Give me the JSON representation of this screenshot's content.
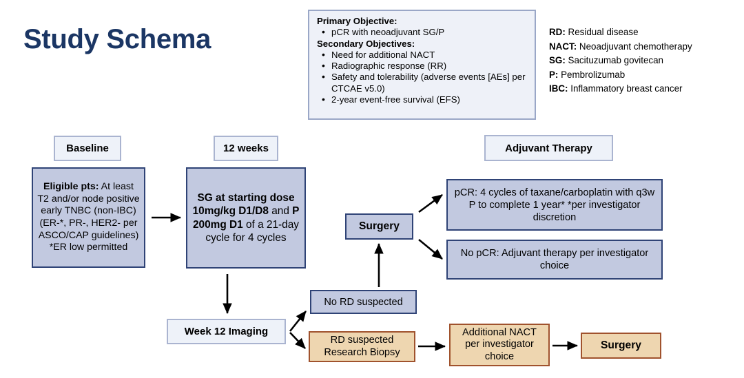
{
  "title": "Study Schema",
  "objectives": {
    "primary_heading": "Primary Objective:",
    "primary_items": [
      "pCR with neoadjuvant SG/P"
    ],
    "secondary_heading": "Secondary Objectives:",
    "secondary_items": [
      "Need for additional NACT",
      "Radiographic response (RR)",
      "Safety and tolerability (adverse events [AEs] per CTCAE v5.0)",
      "2-year event-free survival (EFS)"
    ]
  },
  "abbreviations": [
    {
      "key": "RD:",
      "definition": "Residual disease"
    },
    {
      "key": "NACT:",
      "definition": "Neoadjuvant chemotherapy"
    },
    {
      "key": "SG:",
      "definition": "Sacituzumab govitecan"
    },
    {
      "key": "P:",
      "definition": "Pembrolizumab"
    },
    {
      "key": "IBC:",
      "definition": "Inflammatory breast cancer"
    }
  ],
  "phases": {
    "baseline_header": "Baseline",
    "twelve_weeks_header": "12 weeks",
    "adjuvant_header": "Adjuvant Therapy"
  },
  "boxes": {
    "eligible": {
      "label_bold": "Eligible pts:",
      "label_rest": " At least T2 and/or node positive early TNBC (non-IBC) (ER-*, PR-, HER2- per ASCO/CAP guidelines) *ER low permitted"
    },
    "sg_regimen": {
      "seg1": "SG at starting dose 10mg/kg D1/D8",
      "seg2": " and ",
      "seg3": "P 200mg D1",
      "seg4": " of a 21-day cycle for 4 cycles"
    },
    "pcr": "pCR: 4 cycles of taxane/carboplatin with q3w P to complete 1 year* *per investigator discretion",
    "no_pcr": "No pCR: Adjuvant therapy per investigator choice",
    "surgery_top": "Surgery",
    "week12_imaging": "Week 12 Imaging",
    "no_rd_suspected": "No RD suspected",
    "rd_suspected": "RD suspected Research Biopsy",
    "additional_nact": "Additional NACT per investigator choice",
    "surgery_bottom": "Surgery"
  },
  "colors": {
    "title": "#1b3664",
    "blue_fill": "#c2c9e0",
    "blue_border": "#2f4376",
    "light_fill": "#eef2f9",
    "light_border": "#aab4d0",
    "tan_fill": "#eed6b0",
    "tan_border": "#a0522d"
  }
}
